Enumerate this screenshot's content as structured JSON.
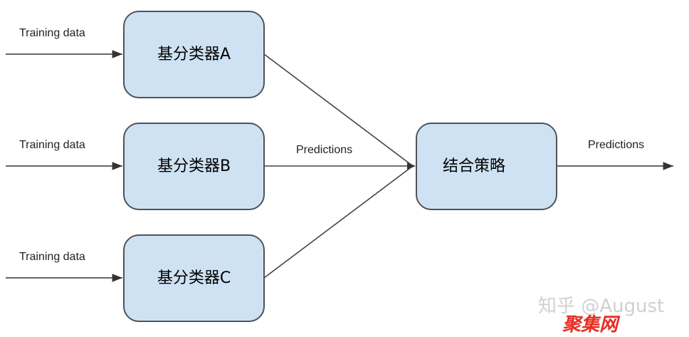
{
  "diagram": {
    "classifiers": [
      {
        "label": "基分类器A",
        "input_label": "Training data"
      },
      {
        "label": "基分类器B",
        "input_label": "Training data"
      },
      {
        "label": "基分类器C",
        "input_label": "Training data"
      }
    ],
    "combiner": {
      "label": "结合策略"
    },
    "edge_label_predictions": "Predictions",
    "output_label": "Predictions"
  },
  "watermark": {
    "text": "知乎 @August",
    "stamp_text": "聚集网"
  },
  "colors": {
    "box_fill": "#cfe2f3",
    "box_border": "#4f5358",
    "arrow": "#333333",
    "watermark_red": "#e62e22"
  }
}
